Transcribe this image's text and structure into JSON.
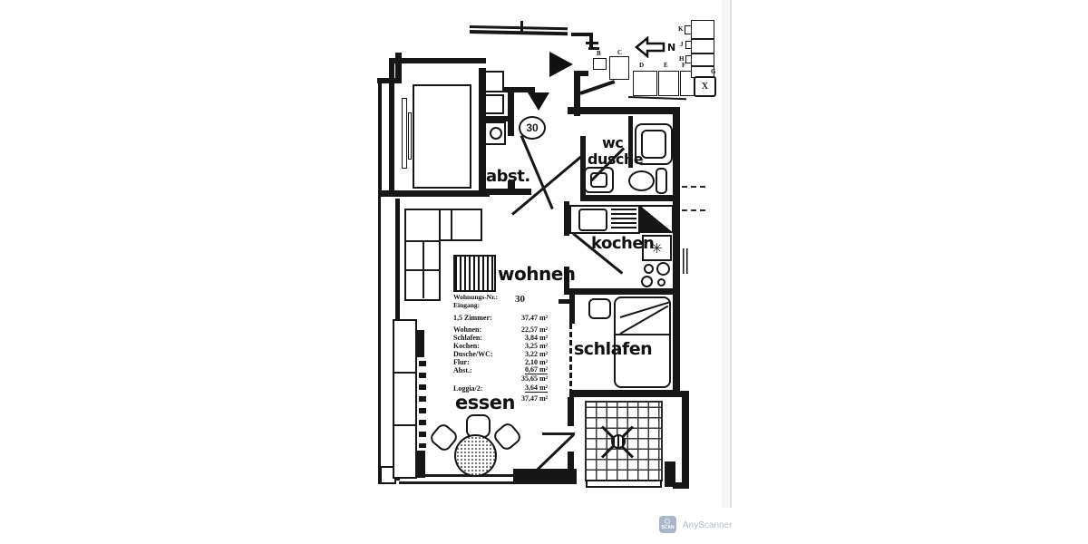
{
  "scan": {
    "unit_circle": "30",
    "north_label": "N",
    "freezer_symbol": "✳",
    "stair_label": "X",
    "rooms": {
      "abst": "abst.",
      "wc": "wc",
      "dusche": "dusche",
      "kochen": "kochen",
      "wohnen": "wohnen",
      "schlafen": "schlafen",
      "essen": "essen"
    },
    "site_letters": [
      "B",
      "C",
      "D",
      "E",
      "F",
      "K",
      "J",
      "H",
      "G"
    ],
    "info_table": {
      "row1_label": "Wohnungs-Nr.:",
      "row1_value": "30",
      "row2_label": "Eingang:",
      "rows": [
        {
          "label": "1,5 Zimmer:",
          "value": "37,47 m²"
        },
        {
          "label": "Wohnen:",
          "value": "22,57 m²"
        },
        {
          "label": "Schlafen:",
          "value": "3,84 m²"
        },
        {
          "label": "Kochen:",
          "value": "3,25 m²"
        },
        {
          "label": "Dusche/WC:",
          "value": "3,22 m²"
        },
        {
          "label": "Flur:",
          "value": "2,10 m²"
        },
        {
          "label": "Abst.:",
          "value": "0,67 m²"
        },
        {
          "label": "",
          "value": "35,65 m²"
        },
        {
          "label": "Loggia/2:",
          "value": "3,64 m²"
        },
        {
          "label": "",
          "value": "37,47 m²"
        }
      ]
    }
  },
  "watermark": {
    "badge": "SCAN",
    "label": "AnyScanner"
  },
  "colors": {
    "ink": "#1a1a1a",
    "paper": "#ffffff",
    "watermark": "#aab8ca"
  }
}
